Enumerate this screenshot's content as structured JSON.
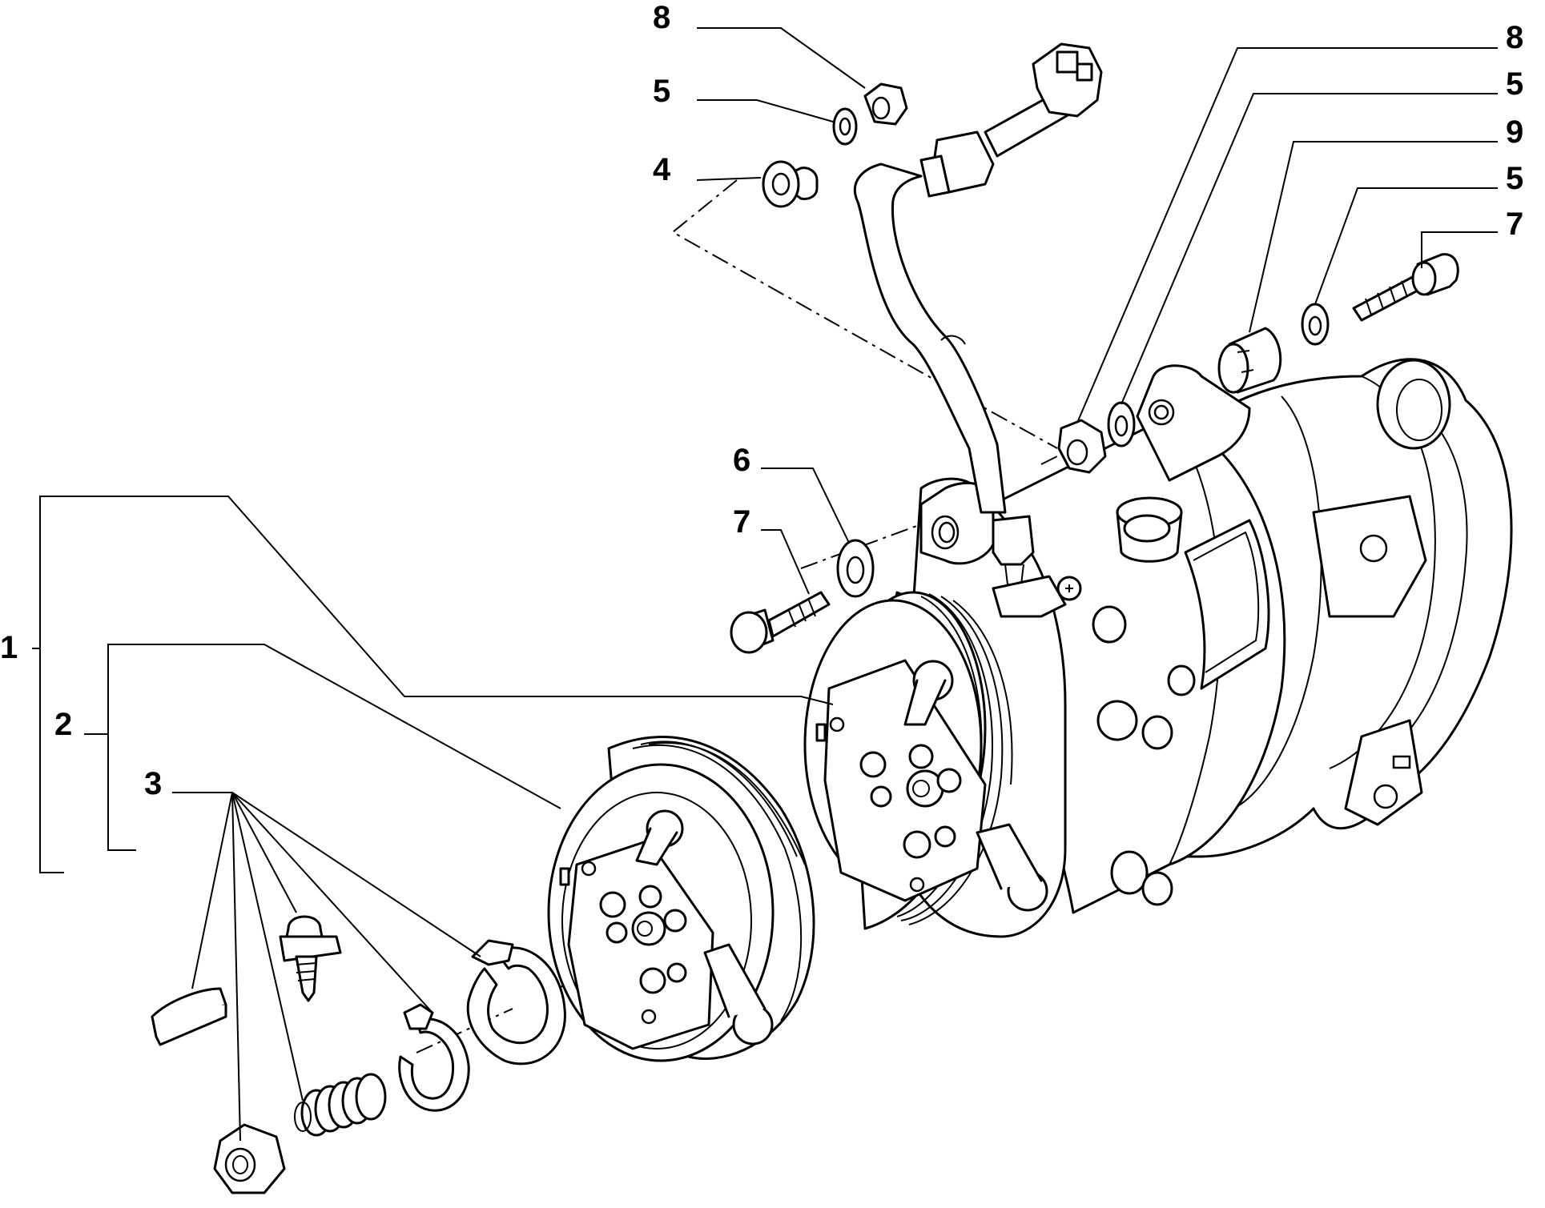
{
  "diagram": {
    "callouts": {
      "c1": "1",
      "c2": "2",
      "c3": "3",
      "c4": "4",
      "c5_top": "5",
      "c6": "6",
      "c7_left": "7",
      "c8_top": "8",
      "c8_right": "8",
      "c5_right_a": "5",
      "c9": "9",
      "c5_right_b": "5",
      "c7_right": "7"
    }
  }
}
